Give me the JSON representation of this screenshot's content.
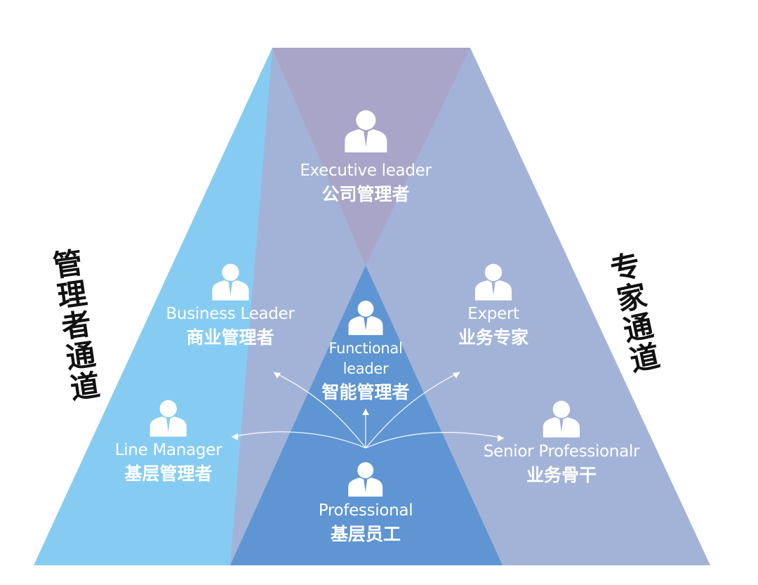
{
  "colors": {
    "left_channel": "#86ccf2",
    "right_channel": "#a3b3d8",
    "top_overlap": "#a8a5c8",
    "bottom_overlap": "#5e95d2",
    "text": "#ffffff",
    "side_label": "#111111"
  },
  "channels": {
    "left": "管理者通道",
    "right": "专家通道"
  },
  "nodes": {
    "executive": {
      "en": "Executive leader",
      "cn": "公司管理者",
      "icon": "person-icon"
    },
    "business": {
      "en": "Business Leader",
      "cn": "商业管理者",
      "icon": "person-icon"
    },
    "expert": {
      "en": "Expert",
      "cn": "业务专家",
      "icon": "person-icon"
    },
    "functional": {
      "en": "Functional leader",
      "cn": "智能管理者",
      "icon": "person-icon"
    },
    "line_manager": {
      "en": "Line Manager",
      "cn": "基层管理者",
      "icon": "person-icon"
    },
    "senior": {
      "en": "Senior Professionalr",
      "cn": "业务骨干",
      "icon": "person-icon"
    },
    "professional": {
      "en": "Professional",
      "cn": "基层员工",
      "icon": "person-icon"
    }
  }
}
